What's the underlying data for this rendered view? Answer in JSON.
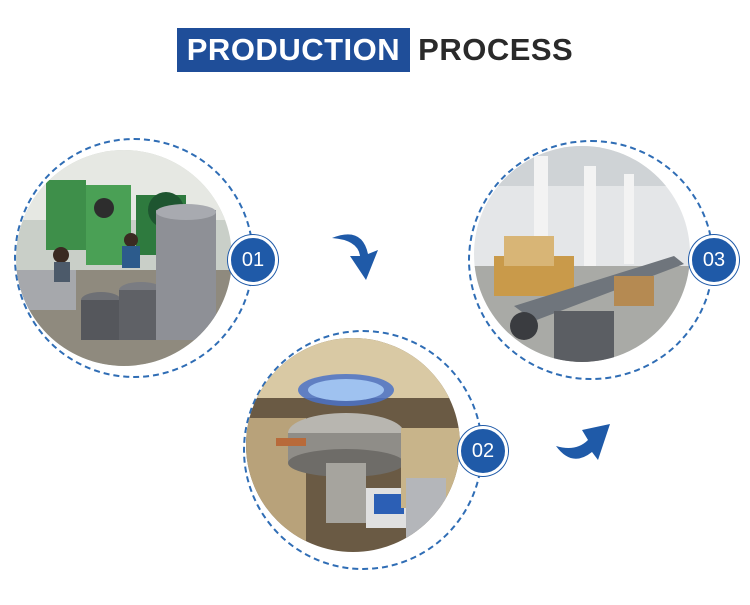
{
  "title": {
    "highlight": "PRODUCTION",
    "rest": "PROCESS"
  },
  "steps": [
    {
      "number": "01",
      "photo": "stamping-workshop-photo"
    },
    {
      "number": "02",
      "photo": "burner-flame-test-photo"
    },
    {
      "number": "03",
      "photo": "conveyor-line-photo"
    }
  ],
  "colors": {
    "accent": "#1f4e99",
    "ring": "#2f6db5",
    "badge": "#1f5aa8"
  }
}
